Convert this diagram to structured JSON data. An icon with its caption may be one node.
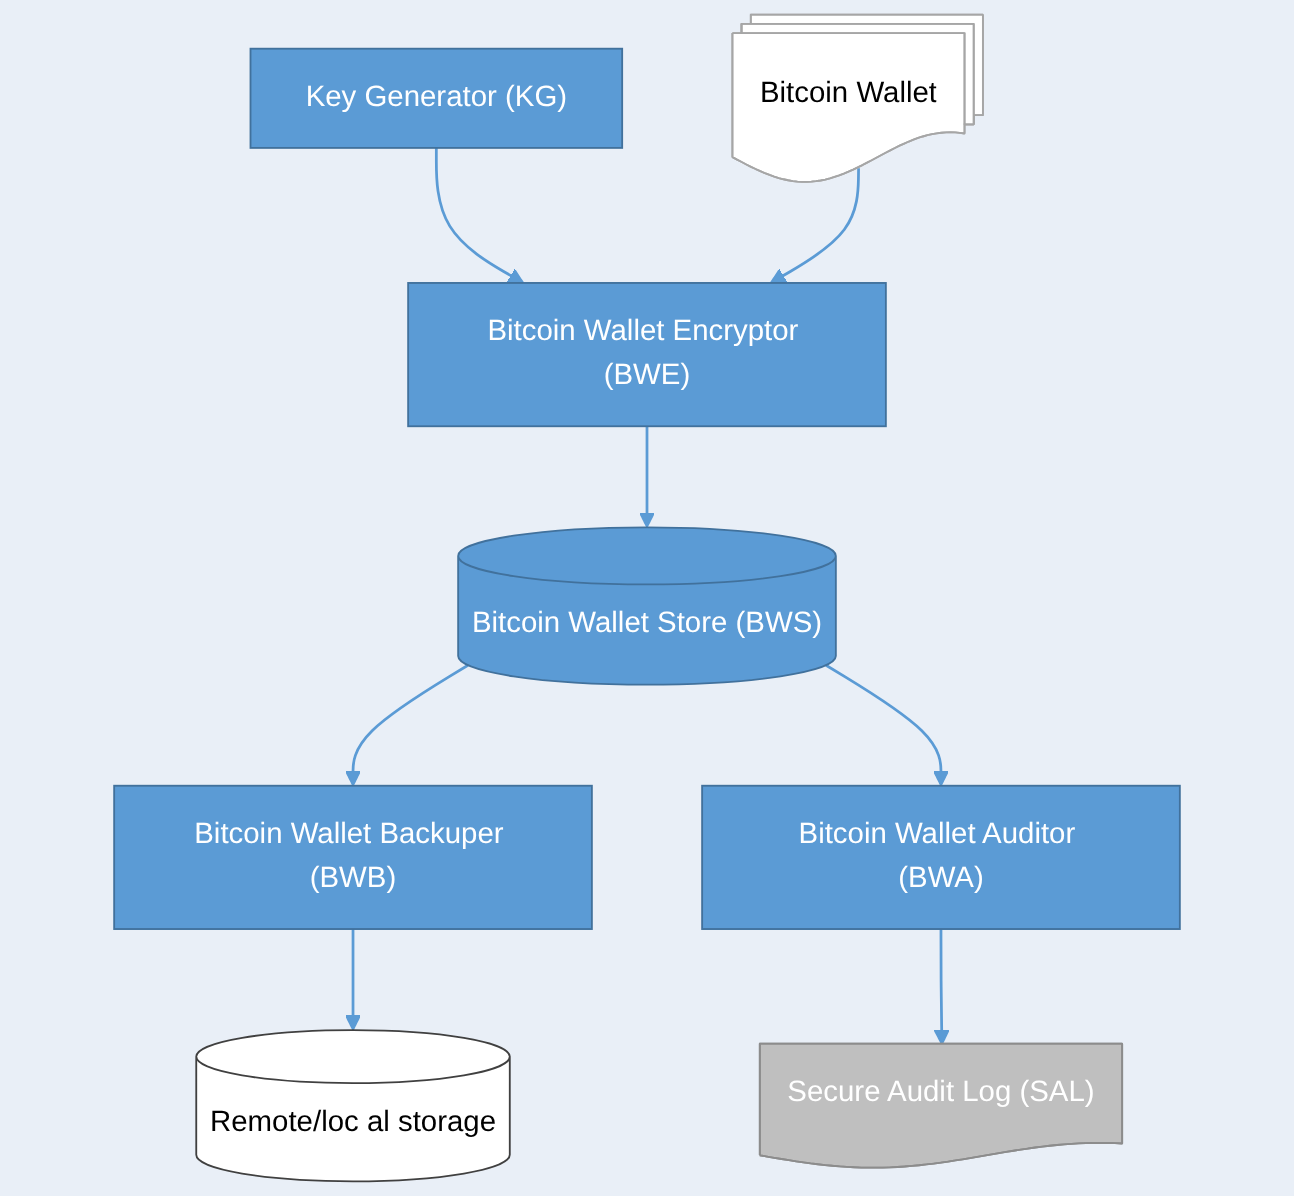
{
  "diagram": {
    "nodes": [
      {
        "text": [
          "Key Generator (KG)"
        ]
      },
      {
        "text": [
          "Bitcoin Wallet"
        ]
      },
      {
        "text": [
          "Bitcoin Wallet Encryptor (BWE)"
        ]
      },
      {
        "text": [
          "Bitcoin Wallet Store (BWS)"
        ]
      },
      {
        "text": [
          "Remote/loc al storage"
        ]
      },
      {
        "text": [
          "Bitcoin Wallet Backuper (BWB)"
        ]
      },
      {
        "text": [
          "Bitcoin Wallet Auditor (BWA)"
        ]
      },
      {
        "text": [
          "Secure Audit Log (SAL)"
        ]
      }
    ],
    "edges": [
      {
        "from": 0,
        "to": 2,
        "arrow": "to"
      },
      {
        "from": 1,
        "to": 2,
        "arrow": "to"
      },
      {
        "from": 2,
        "to": 3,
        "arrow": "to"
      },
      {
        "from": 3,
        "to": 5,
        "arrow": "to"
      },
      {
        "from": 5,
        "to": 4,
        "arrow": "to"
      },
      {
        "from": 3,
        "to": 6,
        "arrow": "to"
      },
      {
        "from": 6,
        "to": 7,
        "arrow": "to"
      }
    ]
  }
}
